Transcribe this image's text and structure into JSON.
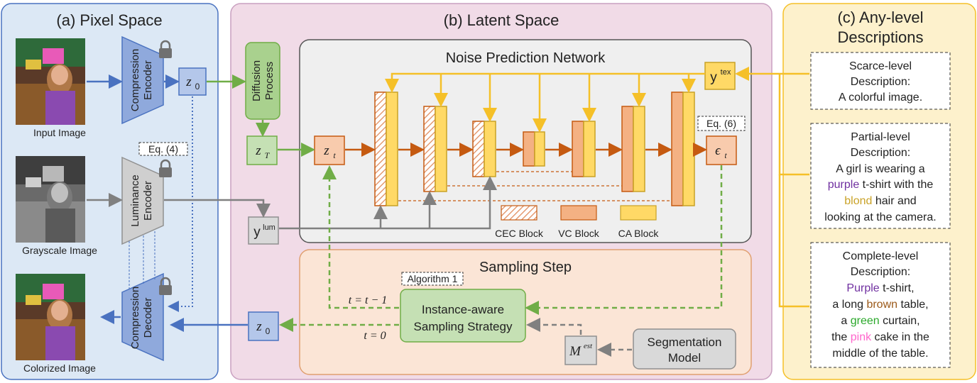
{
  "panels": {
    "pixel": "(a) Pixel Space",
    "latent": "(b) Latent Space",
    "desc_line1": "(c) Any-level",
    "desc_line2": "Descriptions"
  },
  "pixel_space": {
    "input_image": "Input Image",
    "grayscale_image": "Grayscale Image",
    "colorized_image": "Colorized Image",
    "comp_encoder_1": "Compression",
    "comp_encoder_2": "Encoder",
    "lum_encoder_1": "Luminance",
    "lum_encoder_2": "Encoder",
    "comp_decoder_1": "Compression",
    "comp_decoder_2": "Decoder",
    "eq4": "Eq. (4)",
    "z0": "z",
    "z0_sub": "0"
  },
  "latent_space": {
    "diffusion_1": "Diffusion",
    "diffusion_2": "Process",
    "zT": "z",
    "zT_sub": "T",
    "zt": "z",
    "zt_sub": "t",
    "eps": "ϵ",
    "eps_sub": "t",
    "eq6": "Eq. (6)",
    "ylum": "y",
    "ylum_sup": "lum",
    "ytex": "y",
    "ytex_sup": "tex",
    "network_title": "Noise Prediction Network",
    "legend": [
      "CEC Block",
      "VC Block",
      "CA Block"
    ],
    "sampling_title": "Sampling Step",
    "algorithm": "Algorithm 1",
    "strategy_1": "Instance-aware",
    "strategy_2": "Sampling Strategy",
    "t_update": "t = t − 1",
    "t_zero": "t = 0",
    "mest": "M",
    "mest_sup": "est",
    "seg_1": "Segmentation",
    "seg_2": "Model",
    "z0_out": "z",
    "z0_out_sub": "0"
  },
  "descriptions": {
    "scarce": [
      "Scarce-level",
      "Description:",
      "A colorful image."
    ],
    "partial": {
      "l1": "Partial-level",
      "l2": "Description:",
      "l3": "A girl is wearing a",
      "l4a": "purple",
      "l4b": " t-shirt with the",
      "l5a": "blond",
      "l5b": " hair and",
      "l6": "looking at the camera."
    },
    "complete": {
      "l1": "Complete-level",
      "l2": "Description:",
      "l3a": "Purple",
      "l3b": " t-shirt,",
      "l4a": "a long ",
      "l4b": "brown",
      "l4c": " table,",
      "l5a": "a ",
      "l5b": "green",
      "l5c": " curtain,",
      "l6a": "the ",
      "l6b": "pink",
      "l6c": " cake in the",
      "l7": "middle of the table."
    }
  },
  "colors": {
    "pixel_bg": "#dce8f5",
    "latent_bg": "#f1dbe7",
    "desc_bg": "#fdf1cc",
    "blue": "#4a72c0",
    "green": "#70ad47",
    "orange": "#c55a11",
    "yellow": "#f5c028",
    "gray": "#808080",
    "purple": "#7030a0",
    "blond": "#c9a227",
    "brown": "#9c5a1a",
    "greenword": "#2aa82a",
    "pink": "#ff66cc"
  }
}
